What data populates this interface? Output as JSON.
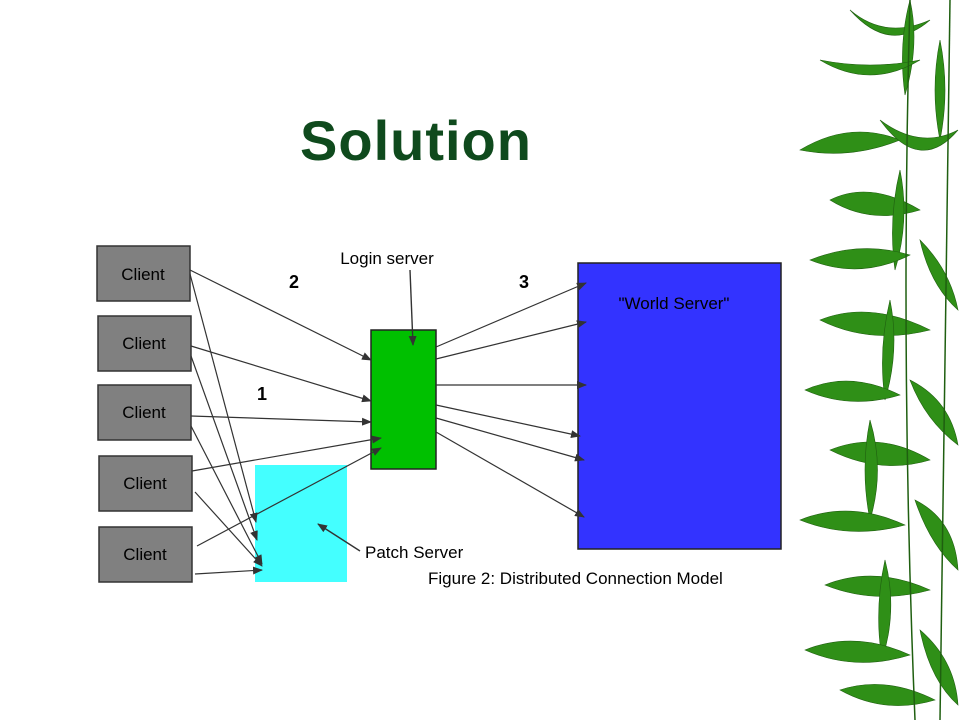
{
  "slide": {
    "title": "Solution"
  },
  "diagram": {
    "clients": [
      "Client",
      "Client",
      "Client",
      "Client",
      "Client"
    ],
    "login_server_label": "Login server",
    "world_server_label": "\"World Server\"",
    "patch_server_label": "Patch Server",
    "step_labels": [
      "2",
      "1",
      "3"
    ],
    "caption": "Figure 2: Distributed Connection Model"
  },
  "colors": {
    "title": "#0f4a1d",
    "client_box": "#808080",
    "login_server": "#00c000",
    "world_server": "#3333ff",
    "patch_server": "#44ffff",
    "bamboo": "#2f8f17"
  }
}
